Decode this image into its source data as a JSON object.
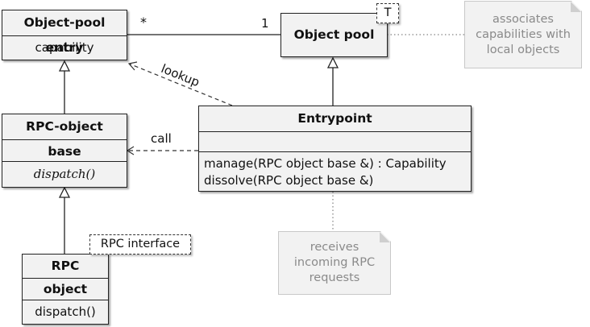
{
  "classes": {
    "object_pool_entry": {
      "title": "Object-pool entry",
      "attribute": "capability"
    },
    "object_pool": {
      "title": "Object pool",
      "template_param": "T"
    },
    "rpc_object_base": {
      "title": "RPC-object base",
      "operation": "dispatch()"
    },
    "entrypoint": {
      "title": "Entrypoint",
      "operations": [
        "manage(RPC object base &) : Capability",
        "dissolve(RPC object base &)"
      ]
    },
    "rpc_object": {
      "title": "RPC object",
      "operation": "dispatch()",
      "stereotype": "RPC interface"
    }
  },
  "associations": {
    "entry_multiplicity": "*",
    "pool_multiplicity": "1"
  },
  "dependencies": {
    "lookup": "lookup",
    "call": "call"
  },
  "notes": {
    "pool_note": [
      "associates",
      "capabilities with",
      "local objects"
    ],
    "entrypoint_note": [
      "receives",
      "incoming RPC",
      "requests"
    ]
  },
  "colors": {
    "box_fill": "#f2f2f2",
    "note_text": "#8a8a8a",
    "line": "#222222"
  }
}
